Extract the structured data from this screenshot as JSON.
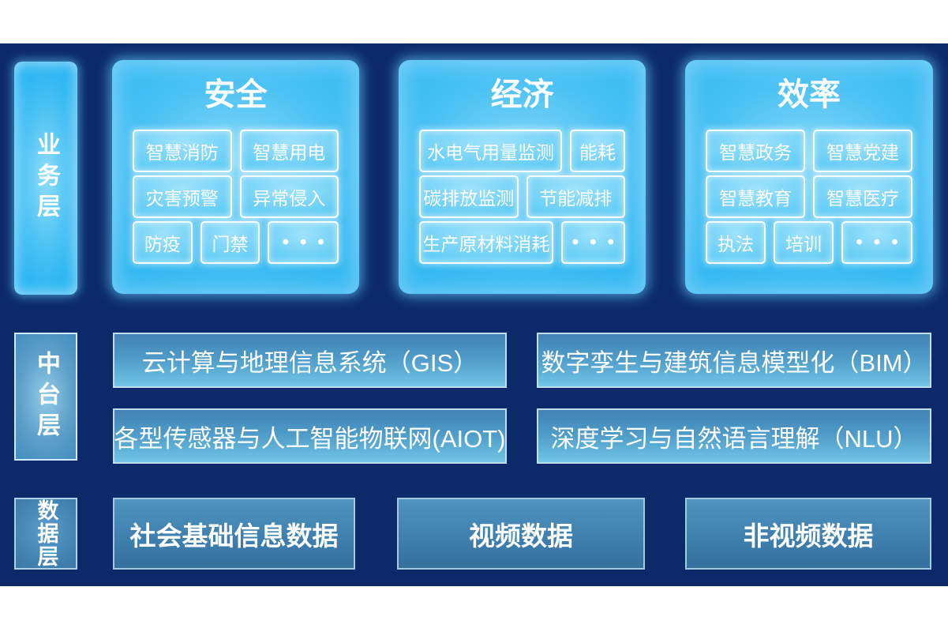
{
  "colors": {
    "page_background": "#ffffff",
    "canvas_background": "#0c2a69",
    "accent_cyan": "#1fb1f2",
    "steel_blue": "#4691c0",
    "data_blue": "#3c7dac",
    "text": "#ffffff"
  },
  "business_layer": {
    "label": "业务层",
    "panels": [
      {
        "title": "安全",
        "rows": [
          [
            "智慧消防",
            "智慧用电"
          ],
          [
            "灾害预警",
            "异常侵入"
          ],
          [
            "防疫",
            "门禁",
            "•••"
          ]
        ]
      },
      {
        "title": "经济",
        "rows": [
          [
            "水电气用量监测",
            "能耗"
          ],
          [
            "碳排放监测",
            "节能减排"
          ],
          [
            "生产原材料消耗",
            "•••"
          ]
        ]
      },
      {
        "title": "效率",
        "rows": [
          [
            "智慧政务",
            "智慧党建"
          ],
          [
            "智慧教育",
            "智慧医疗"
          ],
          [
            "执法",
            "培训",
            "•••"
          ]
        ]
      }
    ]
  },
  "platform_layer": {
    "label": "中台层",
    "boxes": [
      "云计算与地理信息系统（GIS）",
      "数字孪生与建筑信息模型化（BIM）",
      "各型传感器与人工智能物联网(AIOT)",
      "深度学习与自然语言理解（NLU）"
    ]
  },
  "data_layer": {
    "label": "数据层",
    "boxes": [
      "社会基础信息数据",
      "视频数据",
      "非视频数据"
    ]
  }
}
